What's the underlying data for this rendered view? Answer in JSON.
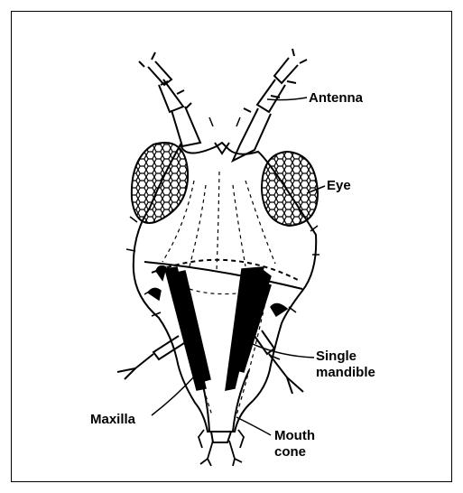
{
  "labels": {
    "antenna": "Antenna",
    "eye": "Eye",
    "single_mandible_1": "Single",
    "single_mandible_2": "mandible",
    "maxilla": "Maxilla",
    "mouth_cone_1": "Mouth",
    "mouth_cone_2": "cone"
  }
}
